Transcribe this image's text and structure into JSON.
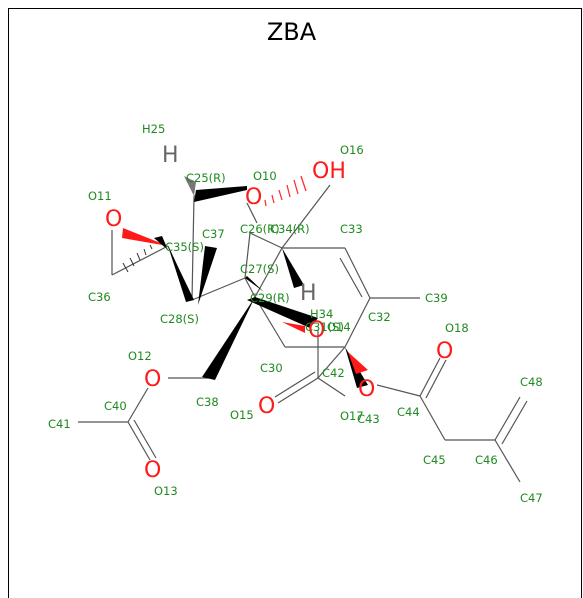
{
  "title": "ZBA",
  "atom_labels": [
    "H25",
    "C25(R)",
    "O10",
    "O16",
    "O11",
    "C35(S)",
    "C37",
    "C26(R)",
    "C34(R)",
    "C33",
    "C36",
    "C27(S)",
    "C29(R)",
    "C28(S)",
    "H34",
    "C31(S)",
    "O14",
    "C32",
    "C39",
    "O18",
    "O12",
    "C30",
    "C42",
    "C38",
    "C40",
    "O15",
    "O17",
    "C43",
    "C44",
    "C48",
    "C41",
    "C45",
    "C46",
    "O13",
    "C47"
  ],
  "element_glyphs": {
    "oxygen": "O",
    "hydrogen": "H",
    "hydroxyl": "OH"
  },
  "colors": {
    "label_green": "#1f8a1f",
    "oxygen_red": "#ff1a1a",
    "hydrogen_gray": "#666666"
  }
}
